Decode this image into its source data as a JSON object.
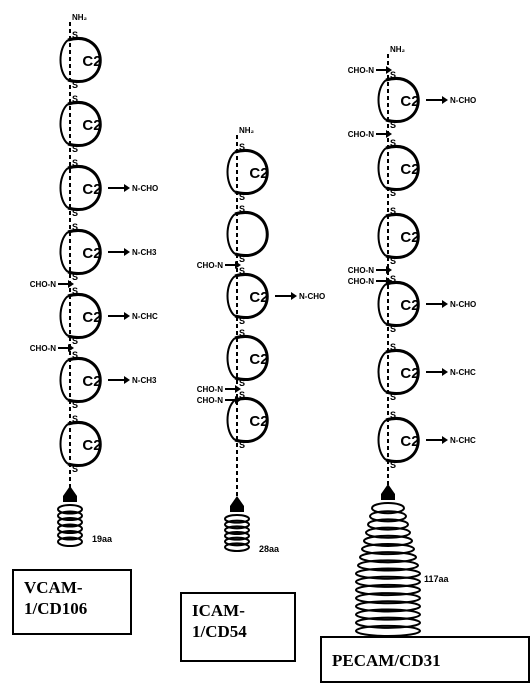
{
  "molecules": [
    {
      "id": "vcam",
      "label": "VCAM-\n1/CD106",
      "nterm": "NH₂",
      "domains": [
        {
          "text": "C2",
          "glyco": ""
        },
        {
          "text": "C2",
          "glyco": ""
        },
        {
          "text": "C2",
          "glyco": "N-CHO"
        },
        {
          "text": "C2",
          "glyco": "N-CH3"
        },
        {
          "text": "C2",
          "glyco": "N-CHC"
        },
        {
          "text": "C2",
          "glyco": "N-CH3"
        },
        {
          "text": "C2",
          "glyco": ""
        }
      ],
      "left_marks": [
        {
          "after_domain": 3,
          "text": "CHO-N"
        },
        {
          "after_domain": 4,
          "text": "CHO-N"
        }
      ],
      "tail": "19aa"
    },
    {
      "id": "icam",
      "label": "ICAM-\n1/CD54",
      "nterm": "NH₂",
      "domains": [
        {
          "text": "C2",
          "glyco": ""
        },
        {
          "text": "",
          "glyco": ""
        },
        {
          "text": "C2",
          "glyco": "N-CHO"
        },
        {
          "text": "C2",
          "glyco": ""
        },
        {
          "text": "C2",
          "glyco": ""
        }
      ],
      "left_marks": [
        {
          "after_domain": 1,
          "text": "CHO-N"
        },
        {
          "after_domain": 3,
          "text": "CHO-N"
        },
        {
          "after_domain": 3,
          "text": "CHO-N"
        }
      ],
      "tail": "28aa"
    },
    {
      "id": "pecam",
      "label": "PECAM/CD31",
      "nterm": "NH₂",
      "domains": [
        {
          "text": "C2",
          "glyco": "N-CHO"
        },
        {
          "text": "C2",
          "glyco": ""
        },
        {
          "text": "C2",
          "glyco": ""
        },
        {
          "text": "C2",
          "glyco": "N-CHO"
        },
        {
          "text": "C2",
          "glyco": "N-CHC"
        },
        {
          "text": "C2",
          "glyco": "N-CHC"
        }
      ],
      "left_marks": [
        {
          "after_domain": -1,
          "text": "CHO-N"
        },
        {
          "after_domain": 0,
          "text": "CHO-N"
        },
        {
          "after_domain": 2,
          "text": "CHO-N"
        },
        {
          "after_domain": 2,
          "text": "CHO-N"
        }
      ],
      "tail": "117aa"
    }
  ]
}
